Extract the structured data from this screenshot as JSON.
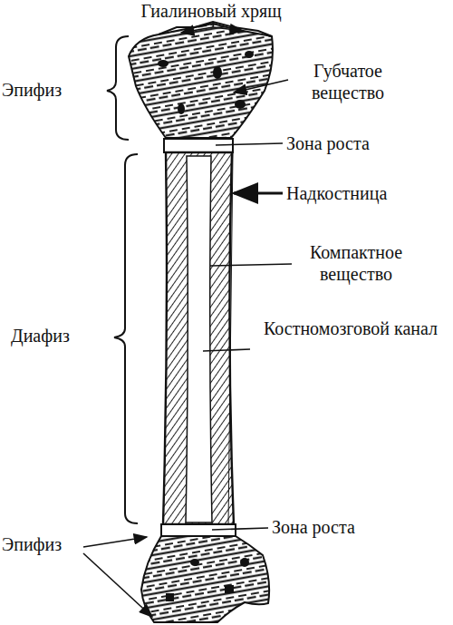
{
  "diagram": {
    "labels": [
      "Гиалиновый хрящ",
      "Эпифиз",
      "Губчатое вещество",
      "Зона роста",
      "Надкостница",
      "Компактное вещество",
      "Диафиз",
      "Костномозговой канал",
      "Зона роста",
      "Эпифиз"
    ]
  }
}
